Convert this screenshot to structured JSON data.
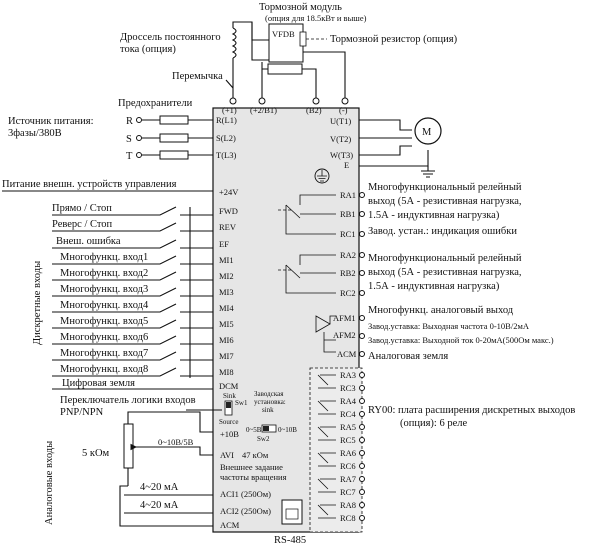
{
  "top": {
    "brake_module": "Тормозной модуль",
    "brake_module_note": "(опция для 18.5кВт и выше)",
    "vfdb": "VFDB",
    "dc_choke_1": "Дроссель постоянного",
    "dc_choke_2": "тока (опция)",
    "brake_resistor": "Тормозной резистор (опция)",
    "jumper": "Перемычка",
    "fuses": "Предохранители",
    "power_1": "Источник питания:",
    "power_2": "3фазы/380В"
  },
  "dc_terminals": [
    "(+1)",
    "(+2/B1)",
    "(B2)",
    "(-)"
  ],
  "phases": [
    "R",
    "S",
    "T"
  ],
  "input_terminals": [
    "R(L1)",
    "S(L2)",
    "T(L3)"
  ],
  "output_terminals": [
    "U(T1)",
    "V(T2)",
    "W(T3)",
    "E"
  ],
  "motor_symbol": "M",
  "left": {
    "supply": "Питание внешн. устройств управления",
    "inputs": [
      "Прямо / Стоп",
      "Реверс / Стоп",
      "Внеш. ошибка",
      "Многофункц. вход1",
      "Многофункц. вход2",
      "Многофункц. вход3",
      "Многофункц. вход4",
      "Многофункц. вход5",
      "Многофункц. вход6",
      "Многофункц. вход7",
      "Многофункц. вход8"
    ],
    "digital_ground": "Цифровая земля",
    "logic_1": "Переключатель логики входов",
    "logic_2": "PNP/NPN",
    "discrete_inputs_vertical": "Дискретные входы",
    "analog_inputs_vertical": "Аналоговые входы",
    "pot": "5 кОм",
    "range_0_10": "0~10В/5В",
    "current_1": "4~20 мА",
    "current_2": "4~20 мА"
  },
  "terminals_left": [
    "+24V",
    "FWD",
    "REV",
    "EF",
    "MI1",
    "MI2",
    "MI3",
    "MI4",
    "MI5",
    "MI6",
    "MI7",
    "MI8",
    "DCM"
  ],
  "sw1": {
    "sink": "Sink",
    "source": "Source",
    "name": "Sw1"
  },
  "factory": {
    "line1": "Заводская",
    "line2": "установка:",
    "line3": "sink"
  },
  "sw2": {
    "left": "0~5В",
    "right": "0~10В",
    "name": "Sw2"
  },
  "analog_terms": {
    "plus10": "+10В",
    "avi": "AVI",
    "avi_note": "47 кОм",
    "ext_1": "Внешнее задание",
    "ext_2": "частоты вращения",
    "aci1": "ACI1 (250Ом)",
    "aci2": "ACI2 (250Ом)",
    "acm": "ACM"
  },
  "rs485": "RS-485",
  "relays_main": [
    "RA1",
    "RB1",
    "RC1",
    "RA2",
    "RB2",
    "RC2"
  ],
  "afm_terms": [
    "AFM1",
    "AFM2",
    "ACM"
  ],
  "ry_terms": [
    "RA3",
    "RC3",
    "RA4",
    "RC4",
    "RA5",
    "RC5",
    "RA6",
    "RC6",
    "RA7",
    "RC7",
    "RA8",
    "RC8"
  ],
  "right": {
    "relay1_1": "Многофункциональный релейный",
    "relay1_2": "выход (5А - резистивная нагрузка,",
    "relay1_3": "1.5А - индуктивная нагрузка)",
    "relay1_factory": "Завод. устан.: индикация ошибки",
    "relay2_1": "Многофункциональный релейный",
    "relay2_2": "выход (5А - резистивная нагрузка,",
    "relay2_3": "1.5А - индуктивная нагрузка)",
    "analog_out": "Многофункц. аналоговый выход",
    "afm1_setting": "Завод.уставка: Выходная частота 0-10В/2мА",
    "afm2_setting": "Завод.уставка: Выходной ток 0-20мА(500Ом макс.)",
    "analog_ground": "Аналоговая земля",
    "ry00_1": "RY00: плата расширения дискретных выходов",
    "ry00_2": "(опция): 6 реле"
  }
}
